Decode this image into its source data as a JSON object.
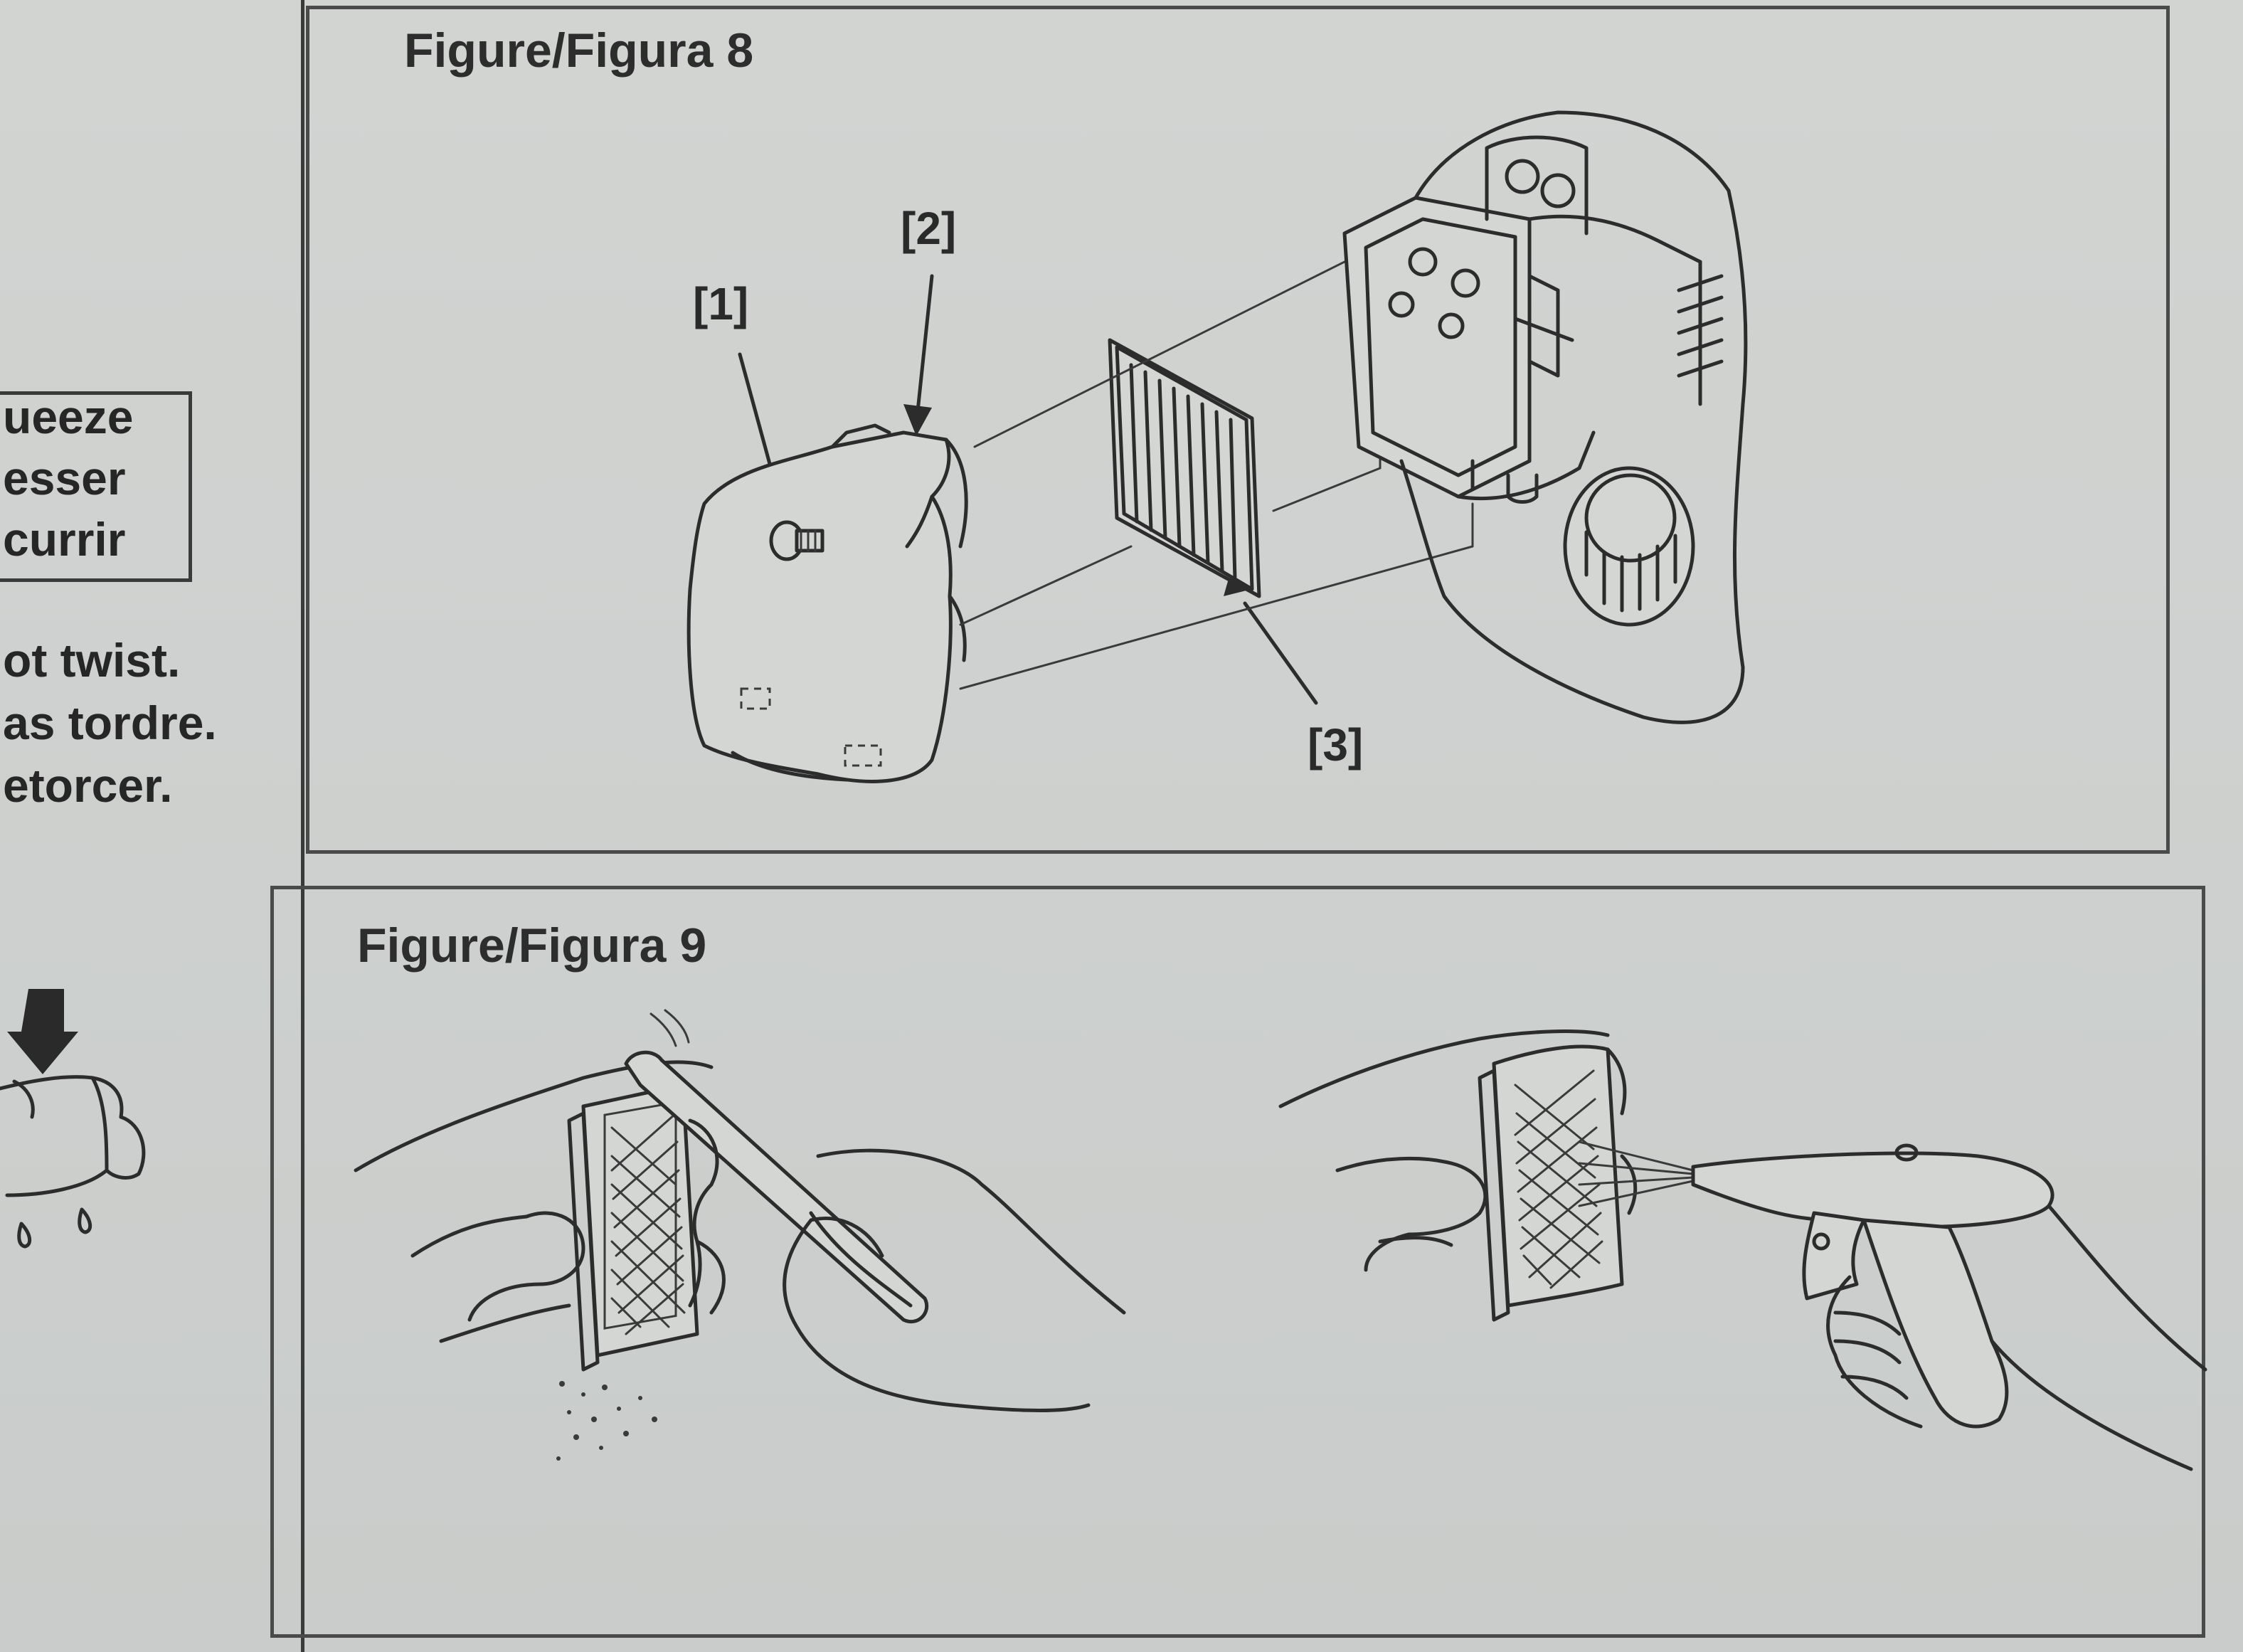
{
  "left_column": {
    "boxed_lines": [
      "ueeze",
      "esser",
      "currir"
    ],
    "warning_lines": [
      "ot twist.",
      "as tordre.",
      "etorcer."
    ]
  },
  "figure8": {
    "title": "Figure/Figura 8",
    "callouts": [
      "[1]",
      "[2]",
      "[3]"
    ]
  },
  "figure9": {
    "title": "Figure/Figura 9"
  }
}
